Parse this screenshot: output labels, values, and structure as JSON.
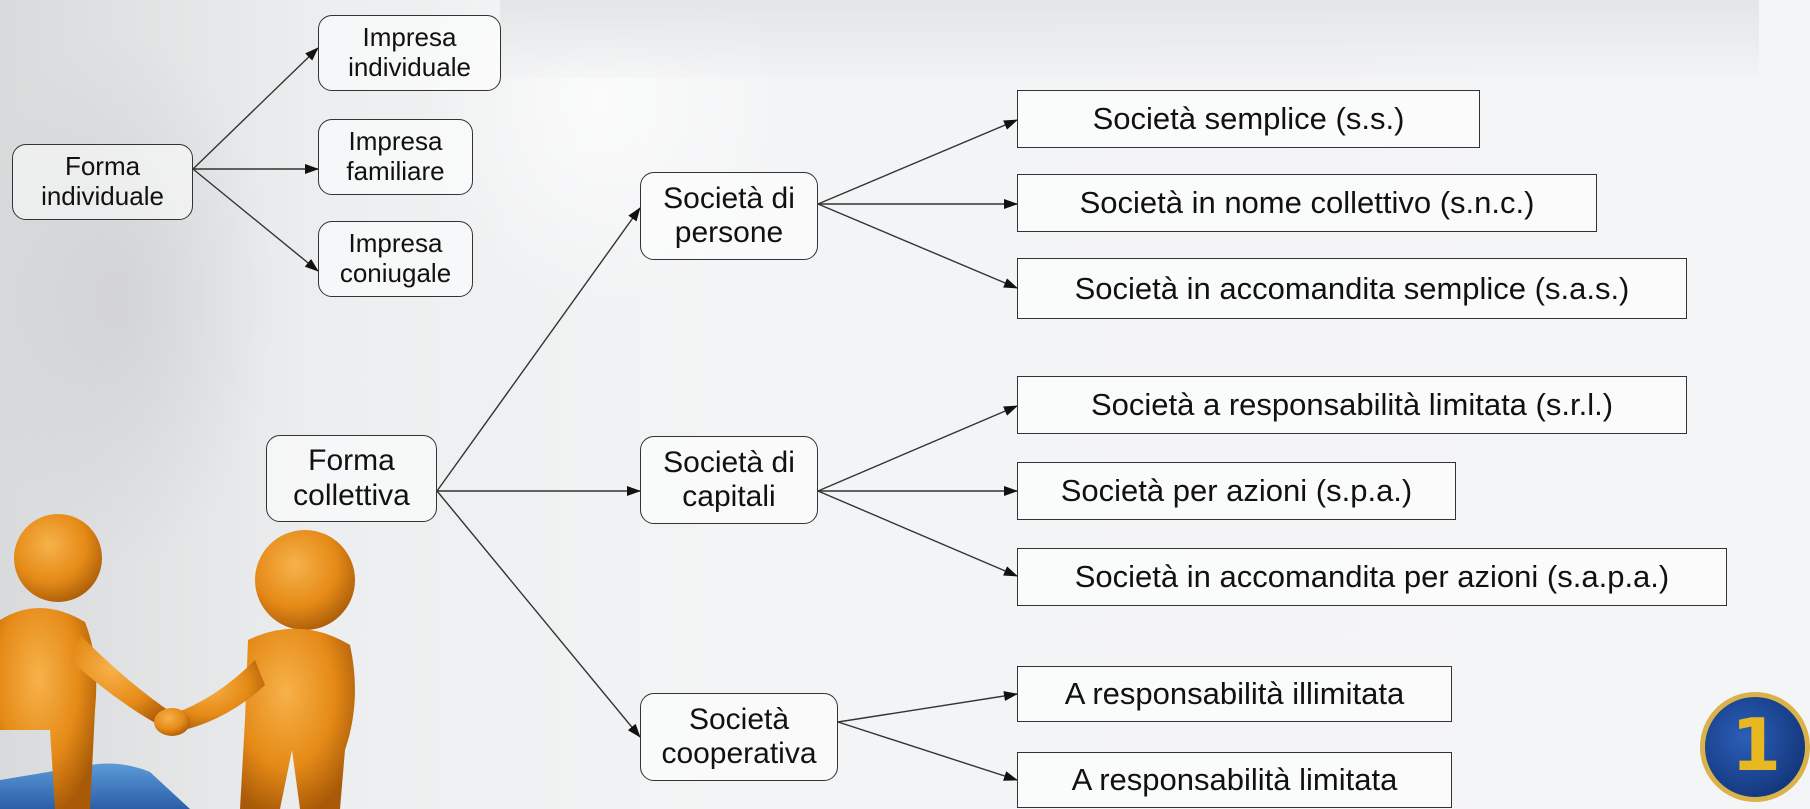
{
  "diagram": {
    "root_individual": "Forma individuale",
    "individual_children": [
      "Impresa individuale",
      "Impresa familiare",
      "Impresa coniugale"
    ],
    "root_collective": "Forma collettiva",
    "groups": [
      {
        "label": "Società di persone",
        "children": [
          "Società semplice (s.s.)",
          "Società in nome collettivo (s.n.c.)",
          "Società in accomandita semplice (s.a.s.)"
        ]
      },
      {
        "label": "Società di capitali",
        "children": [
          "Società a responsabilità limitata (s.r.l.)",
          "Società per azioni (s.p.a.)",
          "Società in accomandita per azioni (s.a.p.a.)"
        ]
      },
      {
        "label": "Società cooperativa",
        "children": [
          "A responsabilità illimitata",
          "A responsabilità limitata"
        ]
      }
    ]
  },
  "slide_badge": "1",
  "illustration": "handshake-figures"
}
